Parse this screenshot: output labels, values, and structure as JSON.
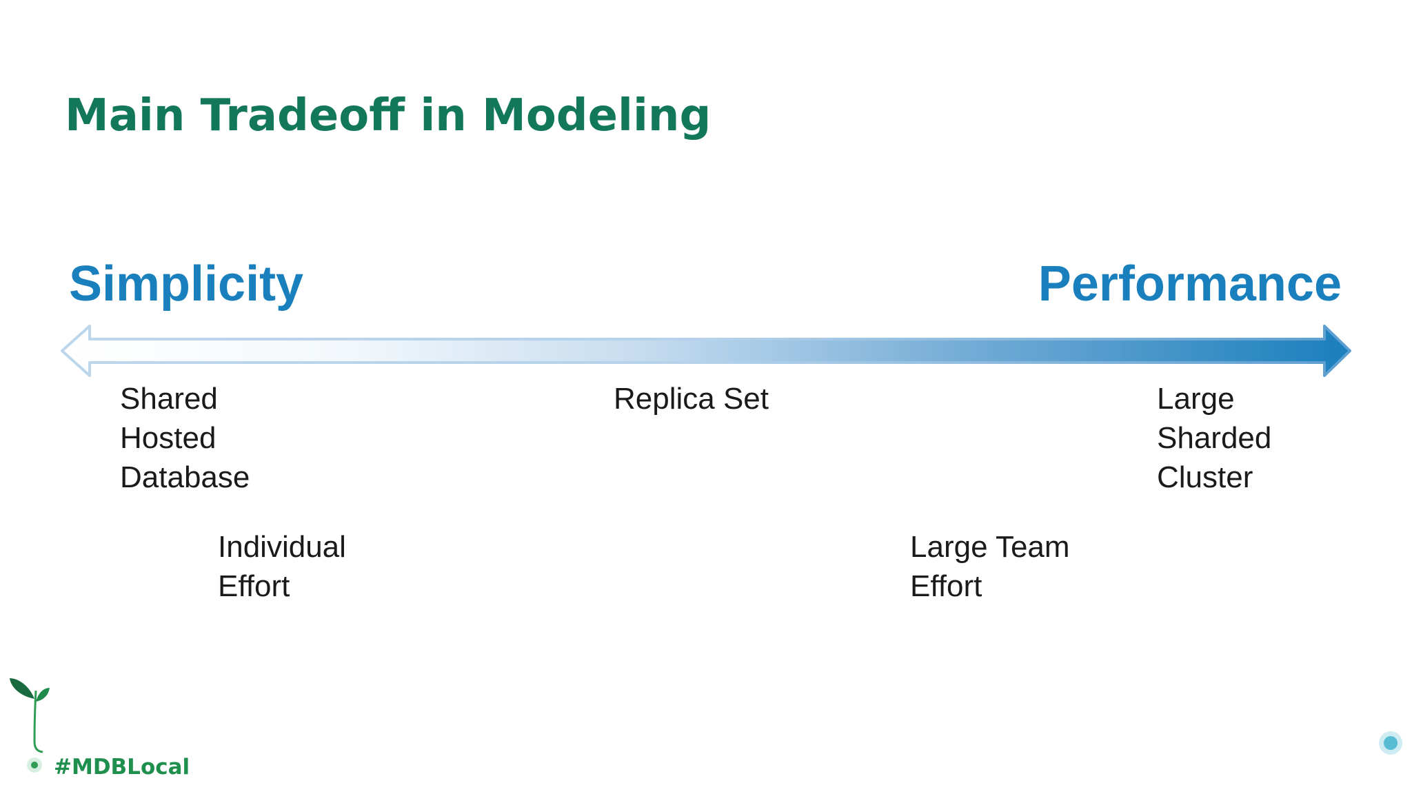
{
  "title": "Main Tradeoff in Modeling",
  "scale": {
    "left_label": "Simplicity",
    "right_label": "Performance",
    "color": "#1a7fbd"
  },
  "labels": {
    "shared_hosted": [
      "Shared",
      "Hosted",
      "Database"
    ],
    "replica_set": [
      "Replica Set"
    ],
    "sharded_cluster": [
      "Large",
      "Sharded",
      "Cluster"
    ],
    "individual_effort": [
      "Individual",
      "Effort"
    ],
    "team_effort": [
      "Large Team",
      "Effort"
    ]
  },
  "footer": {
    "hashtag": "#MDBLocal",
    "icon": "sprout-icon",
    "line_color": "#3aa860"
  },
  "colors": {
    "title": "#13785a",
    "accent_green": "#1f8f4e",
    "accent_blue": "#1a7fbd"
  }
}
